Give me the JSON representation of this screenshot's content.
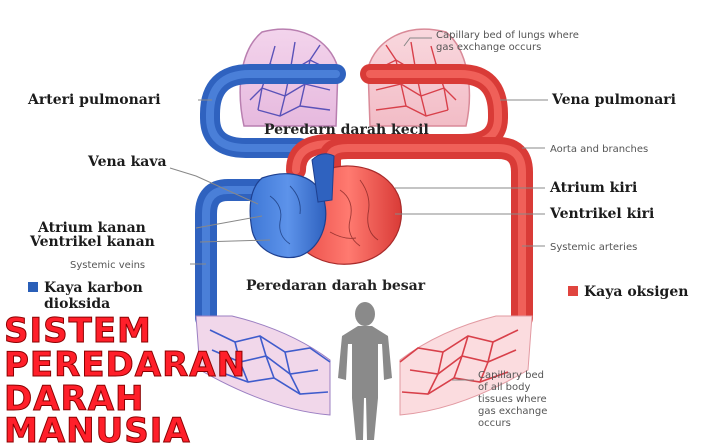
{
  "labels": {
    "arteri_pulmonari": "Arteri pulmonari",
    "vena_pulmonari": "Vena pulmonari",
    "capillary_lungs_1": "Capillary bed of lungs where",
    "capillary_lungs_2": "gas exchange occurs",
    "peredaran_kecil": "Peredarn darah kecil",
    "aorta": "Aorta and branches",
    "vena_kava": "Vena kava",
    "atrium_kiri": "Atrium kiri",
    "ventrikel_kiri": "Ventrikel kiri",
    "atrium_kanan": "Atrium kanan",
    "ventrikel_kanan": "Ventrikel kanan",
    "systemic_arteries": "Systemic arteries",
    "systemic_veins": "Systemic veins",
    "peredaran_besar": "Peredaran darah besar",
    "capillary_body_1": "Capillary bed",
    "capillary_body_2": "of all body",
    "capillary_body_3": "tissues where",
    "capillary_body_4": "gas exchange",
    "capillary_body_5": "occurs"
  },
  "legend": {
    "blue_line1": "Kaya karbon",
    "blue_line2": "dioksida",
    "red": "Kaya oksigen",
    "blue_color": "#2a5fb8",
    "red_color": "#e0453f"
  },
  "title": {
    "line1": "SISTEM",
    "line2": "PEREDARAN",
    "line3": "DARAH",
    "line4": "MANUSIA"
  }
}
